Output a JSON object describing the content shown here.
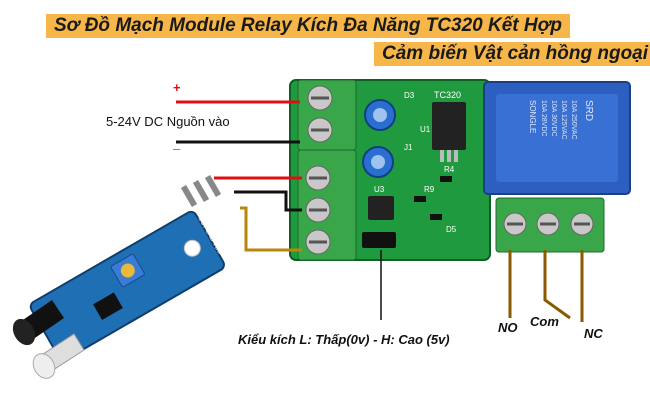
{
  "title": {
    "line1": "Sơ Đồ Mạch Module Relay Kích Đa Năng TC320 Kết Hợp",
    "line2": "Cảm biến Vật cản hồng ngoại"
  },
  "power": {
    "label": "5-24V DC",
    "label_vn": "Nguồn vào",
    "plus": "+",
    "minus": "_"
  },
  "trigger_note": "Kiểu kích L: Thấp(0v) - H: Cao (5v)",
  "outputs": {
    "no": "NO",
    "com": "Com",
    "nc": "NC"
  },
  "board": {
    "chip": "TC320",
    "labels": [
      "D3",
      "J1",
      "U1",
      "U3",
      "R9",
      "R4",
      "D5"
    ],
    "relay_brand": "SRD",
    "relay_text": [
      "10A 250VAC",
      "10A 125VAC",
      "10A 30VDC",
      "10A 28VDC"
    ],
    "relay_maker": "SONGLE"
  },
  "sensor": {
    "pins": "OUT GND VCC"
  },
  "colors": {
    "title_band": "#f7b64a",
    "pcb": "#1f9a3f",
    "terminal": "#3aa64a",
    "relay": "#2d5fc0",
    "sensor_pcb": "#1f6fb5",
    "wire_red": "#e01010",
    "wire_black": "#111111",
    "wire_yellow": "#b8860b"
  }
}
